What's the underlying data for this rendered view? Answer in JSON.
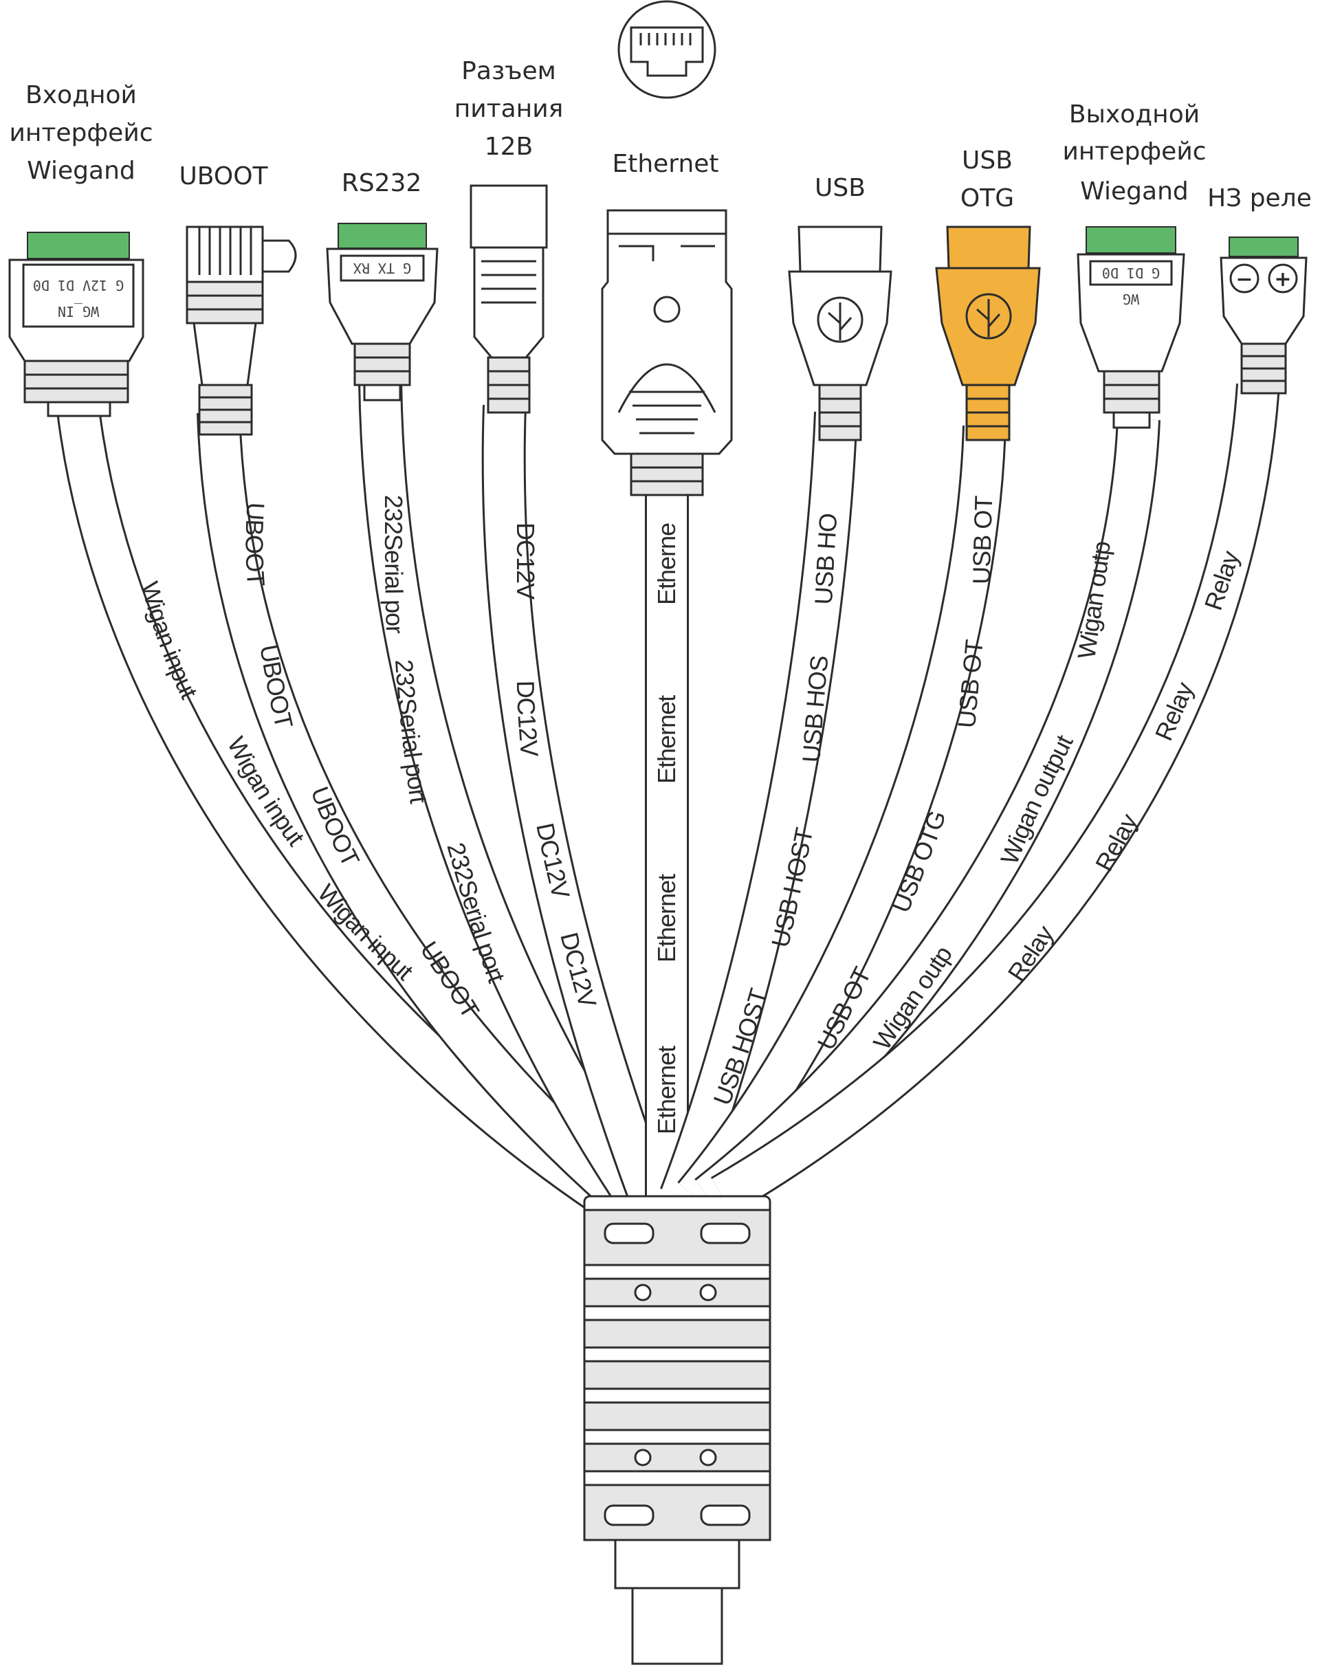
{
  "accent_colors": {
    "terminal_green": "#5fb86a",
    "otg_orange": "#f2b03d",
    "line": "#2c2c2c"
  },
  "labels": {
    "wiegand_in": [
      "Входной",
      "интерфейс",
      "Wiegand"
    ],
    "uboot": "UBOOT",
    "rs232": "RS232",
    "power": [
      "Разъем",
      "питания",
      "12В"
    ],
    "ethernet": "Ethernet",
    "usb": "USB",
    "usb_otg": [
      "USB",
      "OTG"
    ],
    "wiegand_out": [
      "Выходной",
      "интерфейс",
      "Wiegand"
    ],
    "relay": "НЗ реле"
  },
  "pin_labels": {
    "wg_in": "WG_IN",
    "wg_in_pins": "G 12V D1 D0",
    "rs232_pins": "G TX RX",
    "wg_out": "WG",
    "wg_out_pins": "G D1 D0",
    "relay_minus": "−",
    "relay_plus": "+"
  },
  "wire_labels": {
    "wiegand_in": "Wigan input",
    "uboot": "UBOOT",
    "rs232": "232Serial port",
    "power": "DC12V",
    "ethernet": "Ethernet",
    "usb": "USB HOST",
    "usb_otg": "USB OTG",
    "wiegand_out": "Wigan output",
    "relay": "Relay"
  },
  "icons": {
    "ethernet_port": "ethernet-port-icon",
    "usb_symbol": "usb-icon"
  }
}
